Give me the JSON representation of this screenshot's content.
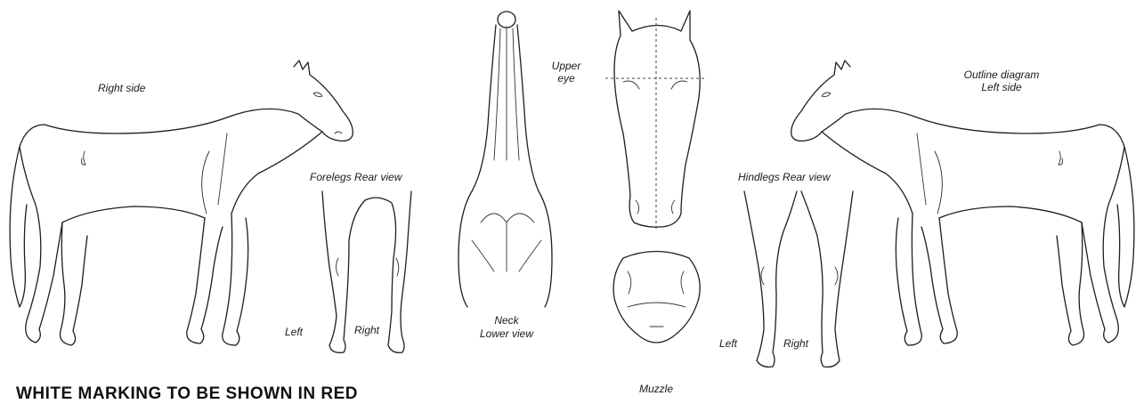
{
  "labels": {
    "right_side": "Right side",
    "forelegs_rear_view": "Forelegs Rear view",
    "foreleg_left": "Left",
    "foreleg_right": "Right",
    "neck_lower_view_line1": "Neck",
    "neck_lower_view_line2": "Lower view",
    "upper_eye_line1": "Upper",
    "upper_eye_line2": "eye",
    "muzzle": "Muzzle",
    "hindlegs_rear_view": "Hindlegs Rear view",
    "hindleg_left": "Left",
    "hindleg_right": "Right",
    "outline_diagram_line1": "Outline diagram",
    "outline_diagram_line2": "Left side"
  },
  "heading": "WHITE MARKING TO BE SHOWN IN RED"
}
